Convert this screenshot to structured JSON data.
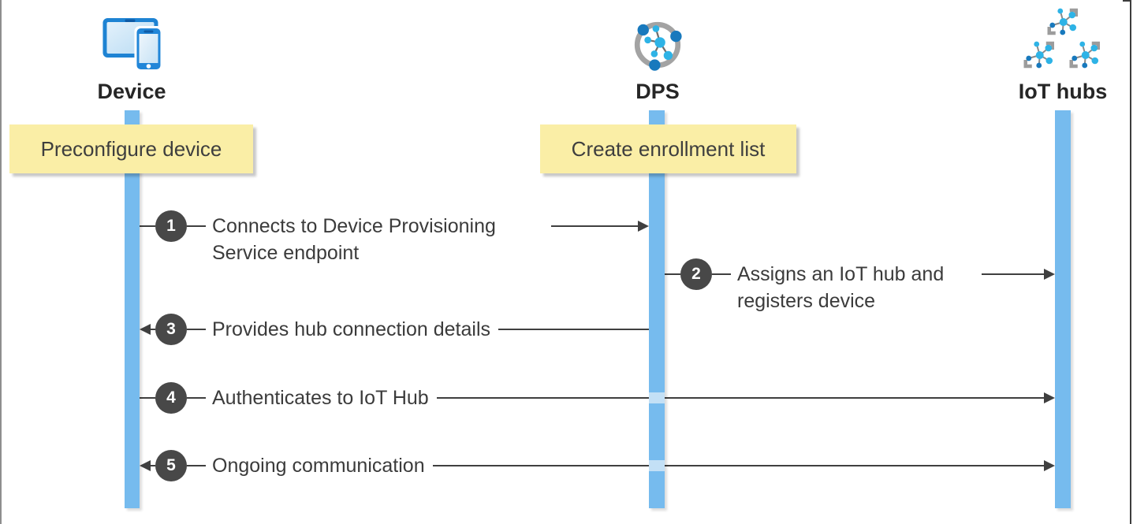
{
  "diagram": {
    "title_hint": "Azure IoT Device Provisioning Service sequence diagram",
    "actors": [
      {
        "name": "Device",
        "icon": "device-icon"
      },
      {
        "name": "DPS",
        "icon": "dps-icon"
      },
      {
        "name": "IoT hubs",
        "icon": "iot-hubs-icon"
      }
    ],
    "notes": [
      {
        "text": "Preconfigure device"
      },
      {
        "text": "Create enrollment list"
      }
    ],
    "steps": [
      {
        "number": "1",
        "label": "Connects to Device Provisioning Service endpoint",
        "from": "Device",
        "to": "DPS"
      },
      {
        "number": "2",
        "label": "Assigns an IoT hub and registers device",
        "from": "DPS",
        "to": "IoT hubs"
      },
      {
        "number": "3",
        "label": "Provides hub connection details",
        "from": "DPS",
        "to": "Device"
      },
      {
        "number": "4",
        "label": "Authenticates to IoT Hub",
        "from": "Device",
        "to": "IoT hubs"
      },
      {
        "number": "5",
        "label": "Ongoing communication",
        "from": "IoT hubs",
        "to": "Device"
      }
    ],
    "colors": {
      "lifeline": "#76bbee",
      "note_background": "#faeea6",
      "badge": "#484848",
      "arrow": "#3f3f3f",
      "icon_blue": "#1e83d3",
      "icon_cyan": "#2eb3e6",
      "icon_gray": "#a3a3a3"
    }
  }
}
